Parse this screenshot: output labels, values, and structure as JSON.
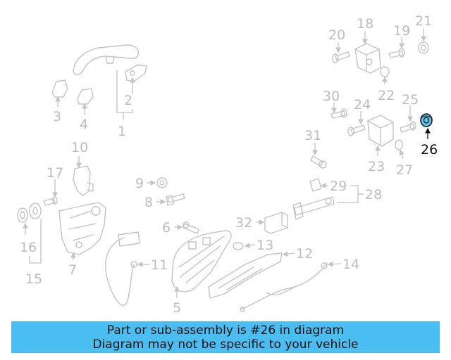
{
  "callouts": [
    {
      "id": "1",
      "label": "1"
    },
    {
      "id": "2",
      "label": "2"
    },
    {
      "id": "3",
      "label": "3"
    },
    {
      "id": "4",
      "label": "4"
    },
    {
      "id": "5",
      "label": "5"
    },
    {
      "id": "6",
      "label": "6"
    },
    {
      "id": "7",
      "label": "7"
    },
    {
      "id": "8",
      "label": "8"
    },
    {
      "id": "9",
      "label": "9"
    },
    {
      "id": "10",
      "label": "10"
    },
    {
      "id": "11",
      "label": "11"
    },
    {
      "id": "12",
      "label": "12"
    },
    {
      "id": "13",
      "label": "13"
    },
    {
      "id": "14",
      "label": "14"
    },
    {
      "id": "15",
      "label": "15"
    },
    {
      "id": "16",
      "label": "16"
    },
    {
      "id": "17",
      "label": "17"
    },
    {
      "id": "18",
      "label": "18"
    },
    {
      "id": "19",
      "label": "19"
    },
    {
      "id": "20",
      "label": "20"
    },
    {
      "id": "21",
      "label": "21"
    },
    {
      "id": "22",
      "label": "22"
    },
    {
      "id": "23",
      "label": "23"
    },
    {
      "id": "24",
      "label": "24"
    },
    {
      "id": "25",
      "label": "25"
    },
    {
      "id": "26",
      "label": "26"
    },
    {
      "id": "27",
      "label": "27"
    },
    {
      "id": "28",
      "label": "28"
    },
    {
      "id": "29",
      "label": "29"
    },
    {
      "id": "30",
      "label": "30"
    },
    {
      "id": "31",
      "label": "31"
    },
    {
      "id": "32",
      "label": "32"
    }
  ],
  "highlighted_part": "26",
  "colors": {
    "highlight": "#5bc8ee",
    "banner": "#4bbef1",
    "linework": "#c4c4c4"
  },
  "banner": {
    "line1": "Part or sub-assembly is #26 in diagram",
    "line2": "Diagram may not be specific to your vehicle"
  }
}
